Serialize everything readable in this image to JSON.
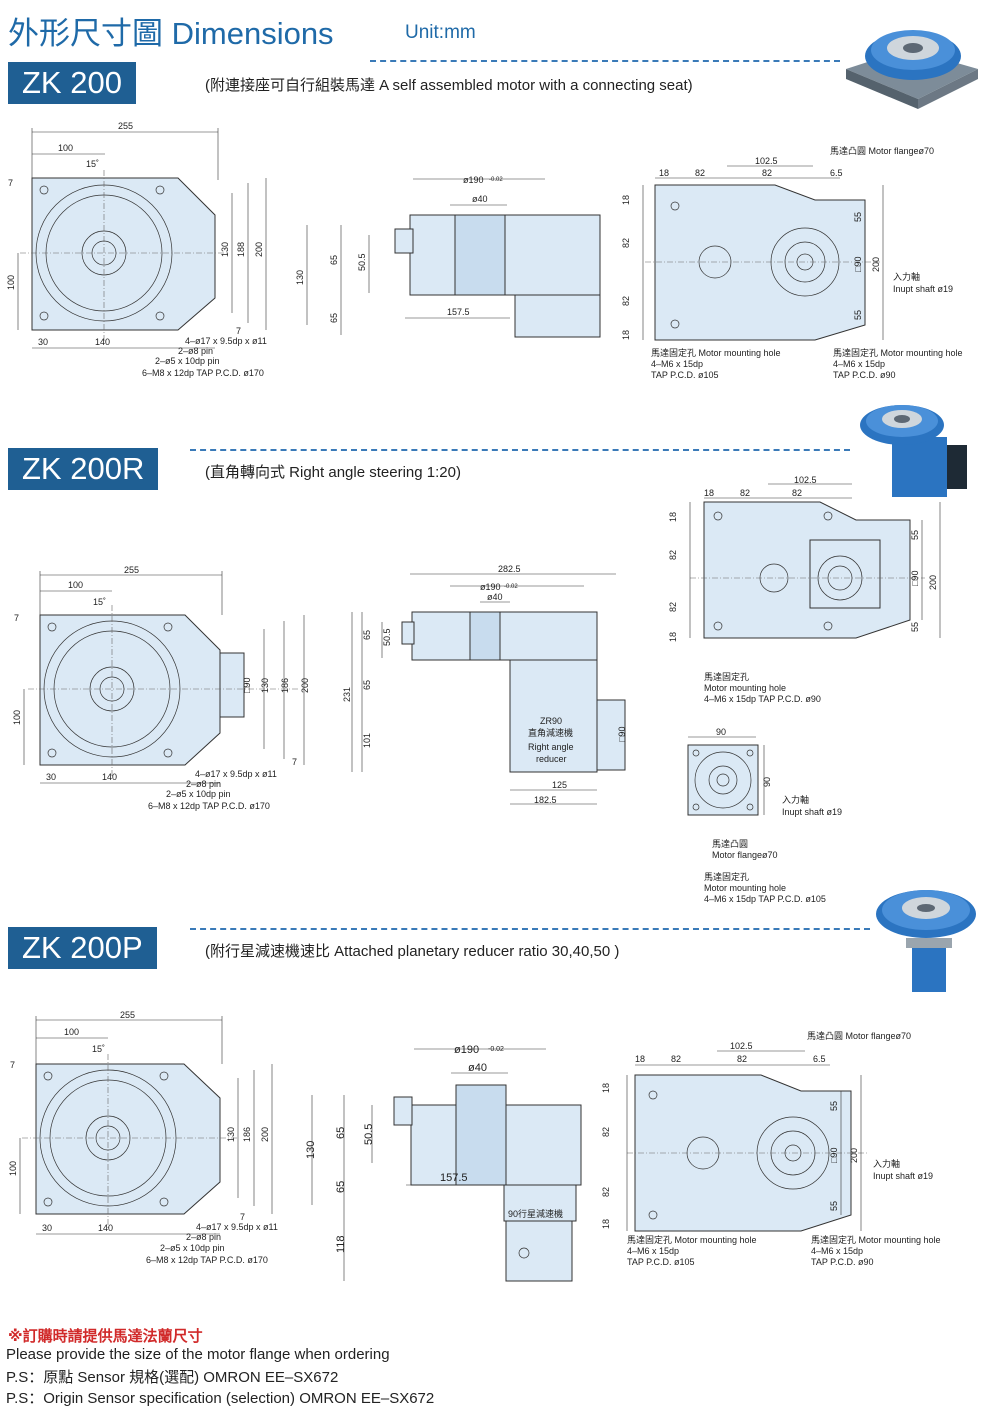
{
  "header": {
    "title": "外形尺寸圖 Dimensions",
    "unit": "Unit:mm"
  },
  "sections": {
    "zk200": {
      "model": "ZK 200",
      "desc": "(附連接座可自行組裝馬達  A self assembled motor with a connecting seat)",
      "front": {
        "d255": "255",
        "d100": "100",
        "d15": "15˚",
        "d7a": "7",
        "d7b": "7",
        "d130": "130",
        "d188": "188",
        "d200": "200",
        "d100v": "100",
        "d30": "30",
        "d140": "140",
        "n1": "4–ø17 x 9.5dp x ø11",
        "n2": "2–ø8 pin",
        "n3": "2–ø5 x 10dp pin",
        "n4": "6–M8 x 12dp TAP P.C.D. ø170"
      },
      "side": {
        "d190": "ø190",
        "tol": "-0.02",
        "d40": "ø40",
        "d130": "130",
        "d65a": "65",
        "d505": "50.5",
        "d65b": "65",
        "d1575": "157.5"
      },
      "top": {
        "flange": "馬達凸圓  Motor flangeø70",
        "d1025": "102.5",
        "d18a": "18",
        "d82a": "82",
        "d82b": "82",
        "d65": "6.5",
        "v18a": "18",
        "v82a": "82",
        "v82b": "82",
        "v18b": "18",
        "v55a": "55",
        "v90": "□90",
        "v200": "200",
        "v55b": "55",
        "shaft1": "入力軸",
        "shaft2": "Inupt shaft ø19",
        "hole1a": "馬達固定孔  Motor mounting hole",
        "hole1b": "4–M6 x 15dp",
        "hole1c": "TAP P.C.D. ø105",
        "hole2a": "馬達固定孔  Motor mounting hole",
        "hole2b": "4–M6 x 15dp",
        "hole2c": "TAP P.C.D. ø90"
      }
    },
    "zk200r": {
      "model": "ZK 200R",
      "desc": "(直角轉向式  Right angle steering 1:20)",
      "front": {
        "d255": "255",
        "d100": "100",
        "d15": "15˚",
        "d7a": "7",
        "d7b": "7",
        "d90": "□90",
        "d130": "130",
        "d186": "186",
        "d200": "200",
        "d100v": "100",
        "d30": "30",
        "d140": "140",
        "n1": "4–ø17 x 9.5dp x ø11",
        "n2": "2–ø8 pin",
        "n3": "2–ø5 x 10dp pin",
        "n4": "6–M8 x 12dp TAP P.C.D. ø170"
      },
      "side": {
        "d2825": "282.5",
        "d190": "ø190",
        "tol": "-0.02",
        "d40": "ø40",
        "d65a": "65",
        "d505": "50.5",
        "d231": "231",
        "d65b": "65",
        "d101": "101",
        "d90": "□90",
        "d125": "125",
        "d1825": "182.5",
        "red1": "ZR90",
        "red2": "直角減速機",
        "red3": "Right angle",
        "red4": "reducer"
      },
      "top": {
        "d1025": "102.5",
        "d18": "18",
        "d82a": "82",
        "d82b": "82",
        "v18a": "18",
        "v82a": "82",
        "v82b": "82",
        "v18b": "18",
        "v55a": "55",
        "v90": "□90",
        "v200": "200",
        "v55b": "55",
        "hole1a": "馬達固定孔",
        "hole1b": "Motor mounting hole",
        "hole1c": "4–M6 x 15dp TAP P.C.D. ø90"
      },
      "motor": {
        "d90h": "90",
        "d90v": "90",
        "shaft1": "入力軸",
        "shaft2": "Inupt shaft ø19",
        "flange1": "馬達凸圓",
        "flange2": "Motor flangeø70",
        "hole1": "馬達固定孔",
        "hole2": "Motor mounting hole",
        "hole3": "4–M6 x 15dp TAP P.C.D. ø105"
      }
    },
    "zk200p": {
      "model": "ZK 200P",
      "desc": "(附行星減速機速比  Attached planetary reducer ratio  30,40,50 )",
      "front": {
        "d255": "255",
        "d100": "100",
        "d15": "15˚",
        "d7a": "7",
        "d7b": "7",
        "d130": "130",
        "d186": "186",
        "d200": "200",
        "d100v": "100",
        "d30": "30",
        "d140": "140",
        "n1": "4–ø17 x 9.5dp x ø11",
        "n2": "2–ø8 pin",
        "n3": "2–ø5 x 10dp pin",
        "n4": "6–M8 x 12dp TAP P.C.D. ø170"
      },
      "side": {
        "d190": "ø190",
        "tol": "-0.02",
        "d40": "ø40",
        "d130": "130",
        "d65a": "65",
        "d505": "50.5",
        "d65b": "65",
        "d118": "118",
        "d1575": "157.5",
        "red": "90行星減速機"
      },
      "top": {
        "flange": "馬達凸圓  Motor flangeø70",
        "d1025": "102.5",
        "d18": "18",
        "d82a": "82",
        "d82b": "82",
        "d65": "6.5",
        "v18a": "18",
        "v82a": "82",
        "v82b": "82",
        "v18b": "18",
        "v55a": "55",
        "v90": "□90",
        "v200": "200",
        "v55b": "55",
        "shaft1": "入力軸",
        "shaft2": "Inupt shaft ø19",
        "hole1a": "馬達固定孔  Motor mounting hole",
        "hole1b": "4–M6 x 15dp",
        "hole1c": "TAP P.C.D. ø105",
        "hole2a": "馬達固定孔  Motor mounting hole",
        "hole2b": "4–M6 x 15dp",
        "hole2c": "TAP P.C.D. ø90"
      }
    }
  },
  "footer": {
    "line1": "※訂購時請提供馬達法蘭尺寸",
    "line2": "Please provide the size of the motor flange when ordering",
    "line3": "P.S：原點 Sensor 規格(選配)  OMRON EE–SX672",
    "line4": "P.S：Origin Sensor specification (selection) OMRON EE–SX672"
  },
  "colors": {
    "accent": "#1f5f93",
    "title": "#1f6aa8",
    "note": "#d12a2a",
    "part": "#dbe9f5"
  }
}
